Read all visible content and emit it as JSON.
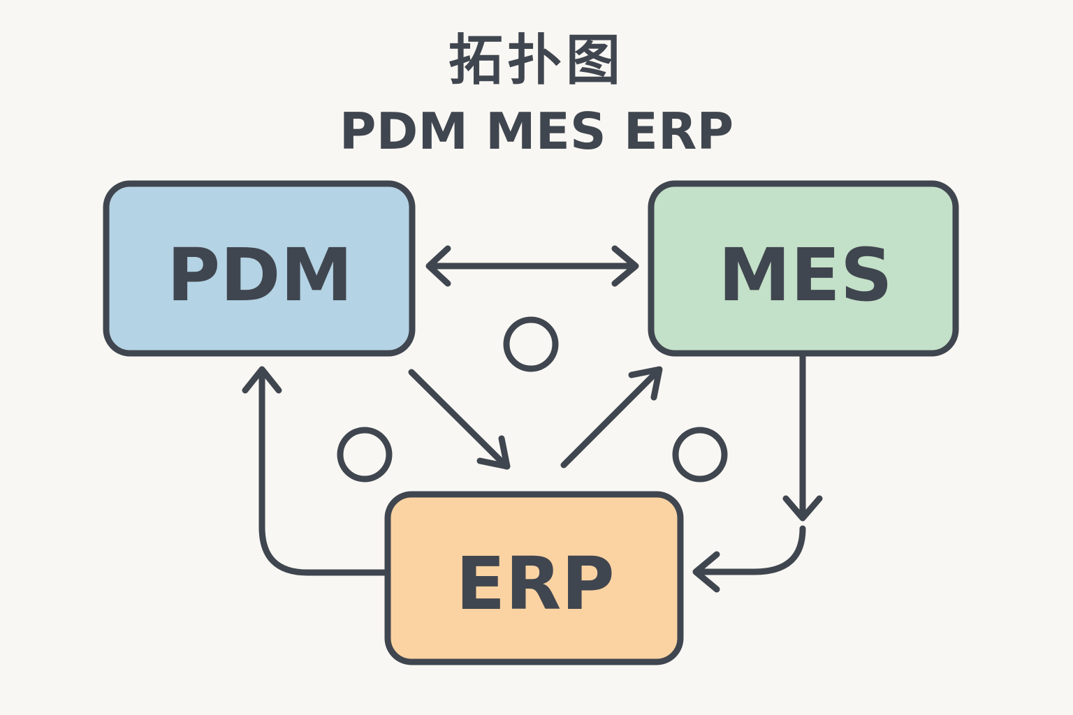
{
  "title": {
    "main": "拓扑图",
    "subtitle": "PDM MES ERP"
  },
  "colors": {
    "background": "#f9f7f3",
    "stroke": "#40464f",
    "pdm_fill": "#b4d3e4",
    "mes_fill": "#c3e0c8",
    "erp_fill": "#fbd3a2"
  },
  "nodes": [
    {
      "id": "pdm",
      "label": "PDM"
    },
    {
      "id": "mes",
      "label": "MES"
    },
    {
      "id": "erp",
      "label": "ERP"
    }
  ],
  "edges": [
    {
      "from": "PDM",
      "to": "MES",
      "direction": "bidirectional"
    },
    {
      "from": "PDM",
      "to": "ERP",
      "direction": "forward"
    },
    {
      "from": "ERP",
      "to": "MES",
      "direction": "forward"
    },
    {
      "from": "ERP",
      "to": "PDM",
      "direction": "forward"
    },
    {
      "from": "MES",
      "to": "ERP",
      "direction": "forward"
    }
  ],
  "markers": [
    {
      "type": "circle",
      "between": "PDM-MES"
    },
    {
      "type": "circle",
      "between": "PDM-ERP"
    },
    {
      "type": "circle",
      "between": "MES-ERP"
    }
  ]
}
